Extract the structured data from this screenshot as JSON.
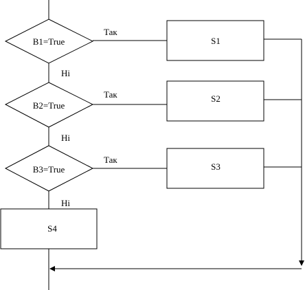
{
  "diagram": {
    "decisions": [
      {
        "label": "B1=True",
        "yes_label": "Так",
        "no_label": "Ні"
      },
      {
        "label": "B2=True",
        "yes_label": "Так",
        "no_label": "Ні"
      },
      {
        "label": "B3=True",
        "yes_label": "Так",
        "no_label": "Ні"
      }
    ],
    "actions": [
      {
        "label": "S1"
      },
      {
        "label": "S2"
      },
      {
        "label": "S3"
      }
    ],
    "default_action": {
      "label": "S4"
    },
    "colors": {
      "stroke": "#000000",
      "fill": "#ffffff"
    }
  }
}
